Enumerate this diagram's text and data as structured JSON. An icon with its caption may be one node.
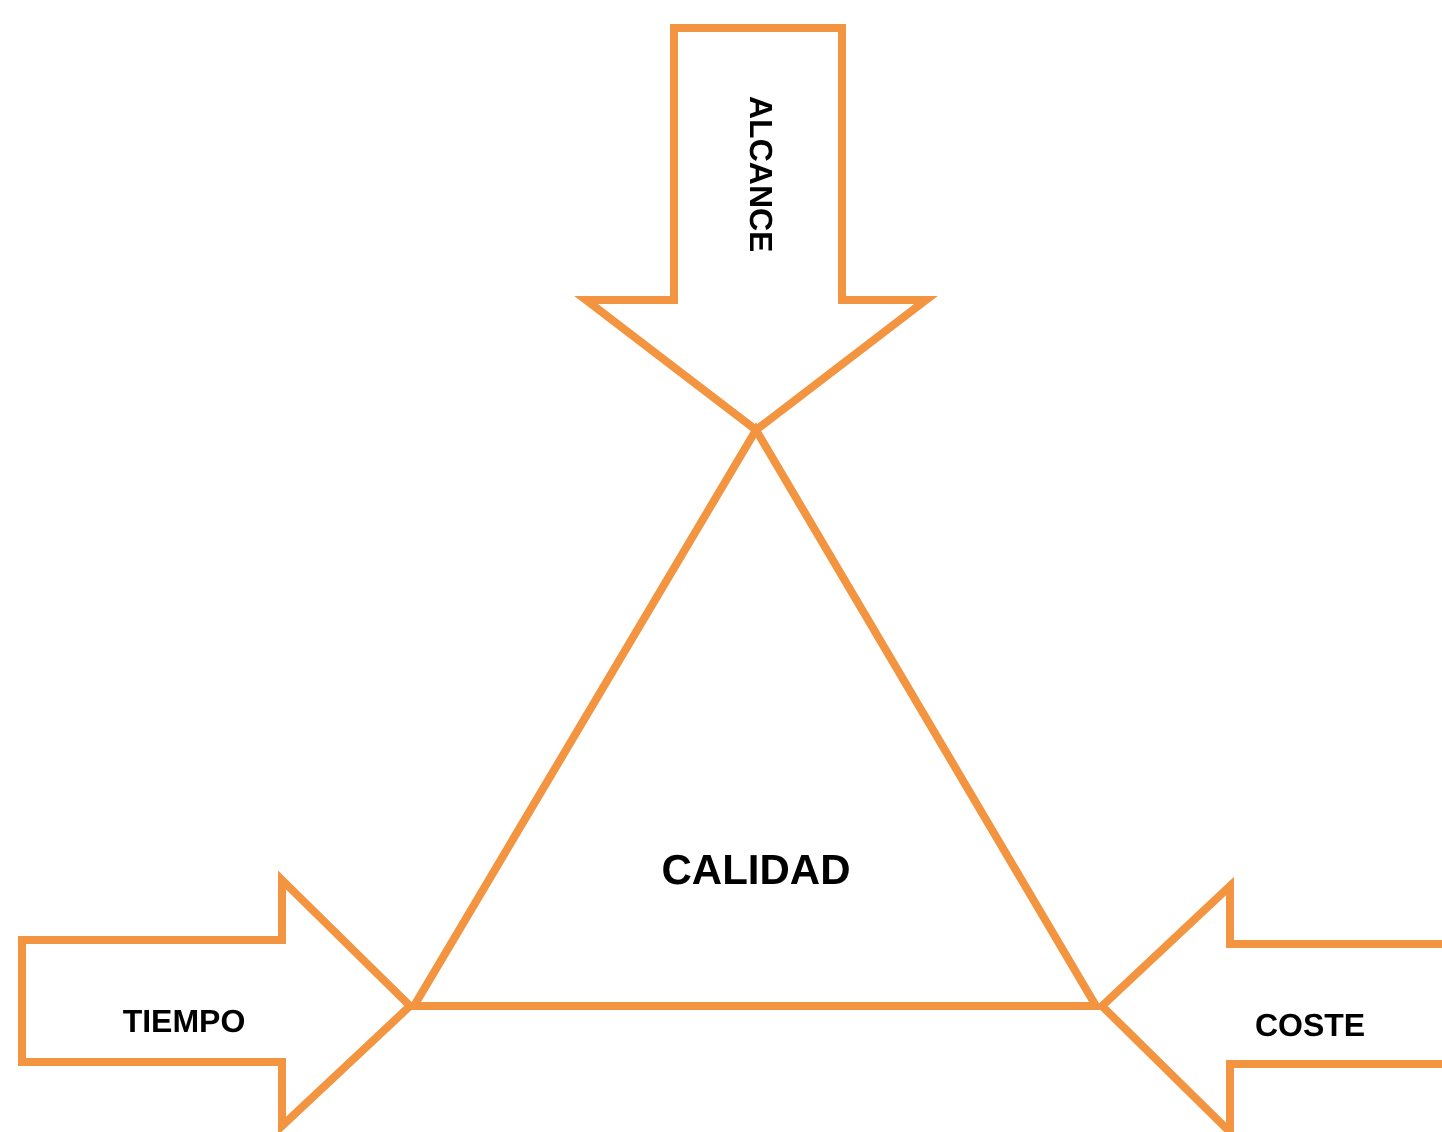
{
  "diagram": {
    "nodes": [
      {
        "text": [
          "CALIDAD"
        ]
      },
      {
        "text": [
          "ALCANCE"
        ]
      },
      {
        "text": [
          "TIEMPO"
        ]
      },
      {
        "text": [
          "COSTE"
        ]
      }
    ]
  }
}
